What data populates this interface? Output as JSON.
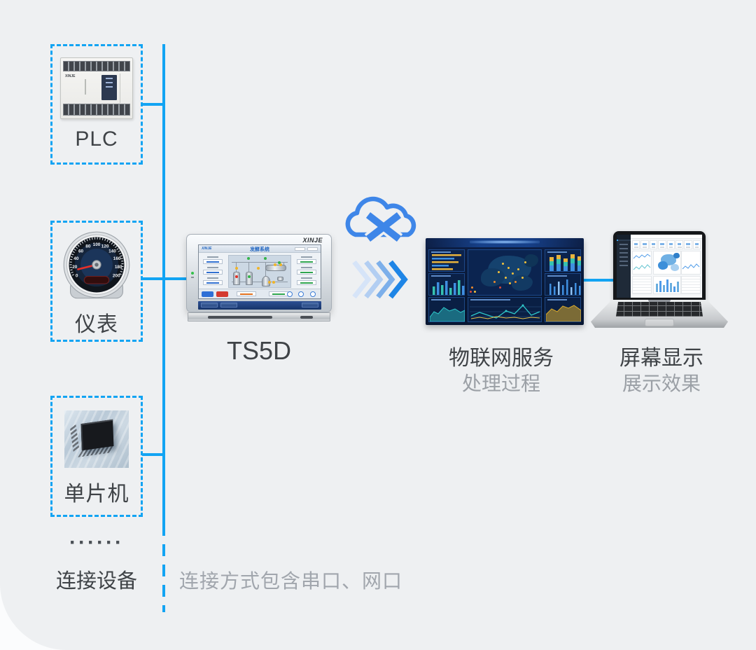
{
  "colors": {
    "accent": "#12a4f3",
    "text_dark": "#3f4347",
    "text_gray": "#9ba0a6",
    "cloud_blue": "#3e86e8"
  },
  "sources": {
    "plc": {
      "label": "PLC"
    },
    "meter": {
      "label": "仪表"
    },
    "mcu": {
      "label": "单片机"
    },
    "ellipsis": "······",
    "devices_label": "连接设备"
  },
  "note": "连接方式包含串口、网口",
  "hmi": {
    "name": "TS5D",
    "brand": "XINJE",
    "screen": {
      "brand": "XINJE",
      "title": "发酵系统"
    }
  },
  "gauge": {
    "numbers": [
      "0",
      "20",
      "40",
      "60",
      "80",
      "100",
      "120",
      "140",
      "160",
      "180",
      "200"
    ]
  },
  "iot": {
    "title": "物联网服务",
    "subtitle": "处理过程"
  },
  "display": {
    "title": "屏幕显示",
    "subtitle": "展示效果"
  },
  "icons": {
    "cloud": "cloud-x-icon",
    "arrows": "triple-chevron-right-icon"
  }
}
